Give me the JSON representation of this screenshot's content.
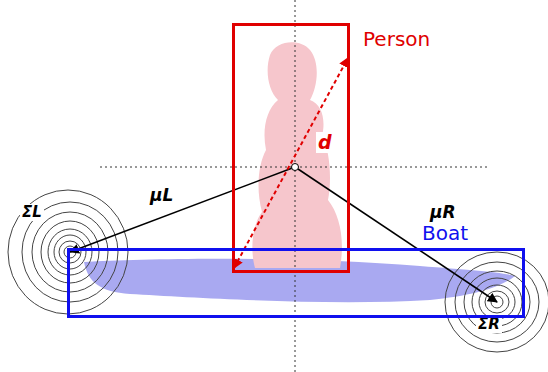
{
  "diagram": {
    "nodes": [
      {
        "text": [
          "Person"
        ]
      },
      {
        "text": [
          "Boat"
        ]
      }
    ],
    "labels": [
      "d",
      "μL",
      "μR",
      "ΣL",
      "ΣR"
    ]
  }
}
